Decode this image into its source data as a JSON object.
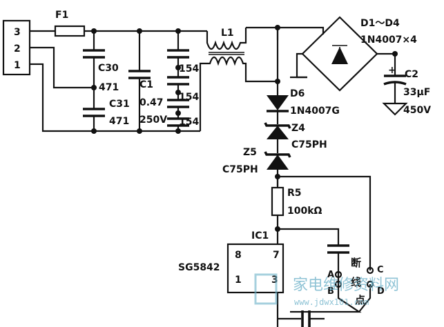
{
  "connector": {
    "pins": [
      "3",
      "2",
      "1"
    ]
  },
  "components": {
    "fuse": "F1",
    "c30": {
      "ref": "C30",
      "value": "471"
    },
    "c31": {
      "ref": "C31",
      "value": "471"
    },
    "c1": {
      "ref": "C1",
      "value": "0.47",
      "voltage": "250V"
    },
    "c154": [
      "154",
      "154",
      "154"
    ],
    "inductor": "L1",
    "bridge": {
      "ref": "D1～D4",
      "part": "1N4007×4"
    },
    "c2": {
      "ref": "C2",
      "value": "33μF",
      "voltage": "450V",
      "polarity": "+"
    },
    "d6": {
      "ref": "D6",
      "part": "1N4007G"
    },
    "z4": {
      "ref": "Z4",
      "part": "C75PH"
    },
    "z5": {
      "ref": "Z5",
      "part": "C75PH"
    },
    "r5": {
      "ref": "R5",
      "value": "100kΩ"
    },
    "ic1": {
      "ref": "IC1",
      "part": "SG5842",
      "pins": [
        "8",
        "7",
        "1",
        "3"
      ]
    }
  },
  "points": {
    "a": "A",
    "b": "B",
    "c": "C",
    "d": "D"
  },
  "annotations": {
    "break": "断",
    "line": "线",
    "point": "点"
  },
  "watermark": {
    "text": "家电维修资料网",
    "url": "www.jdwx101.com"
  },
  "colors": {
    "ink": "#111111",
    "watermark": "#6ab0c8"
  }
}
